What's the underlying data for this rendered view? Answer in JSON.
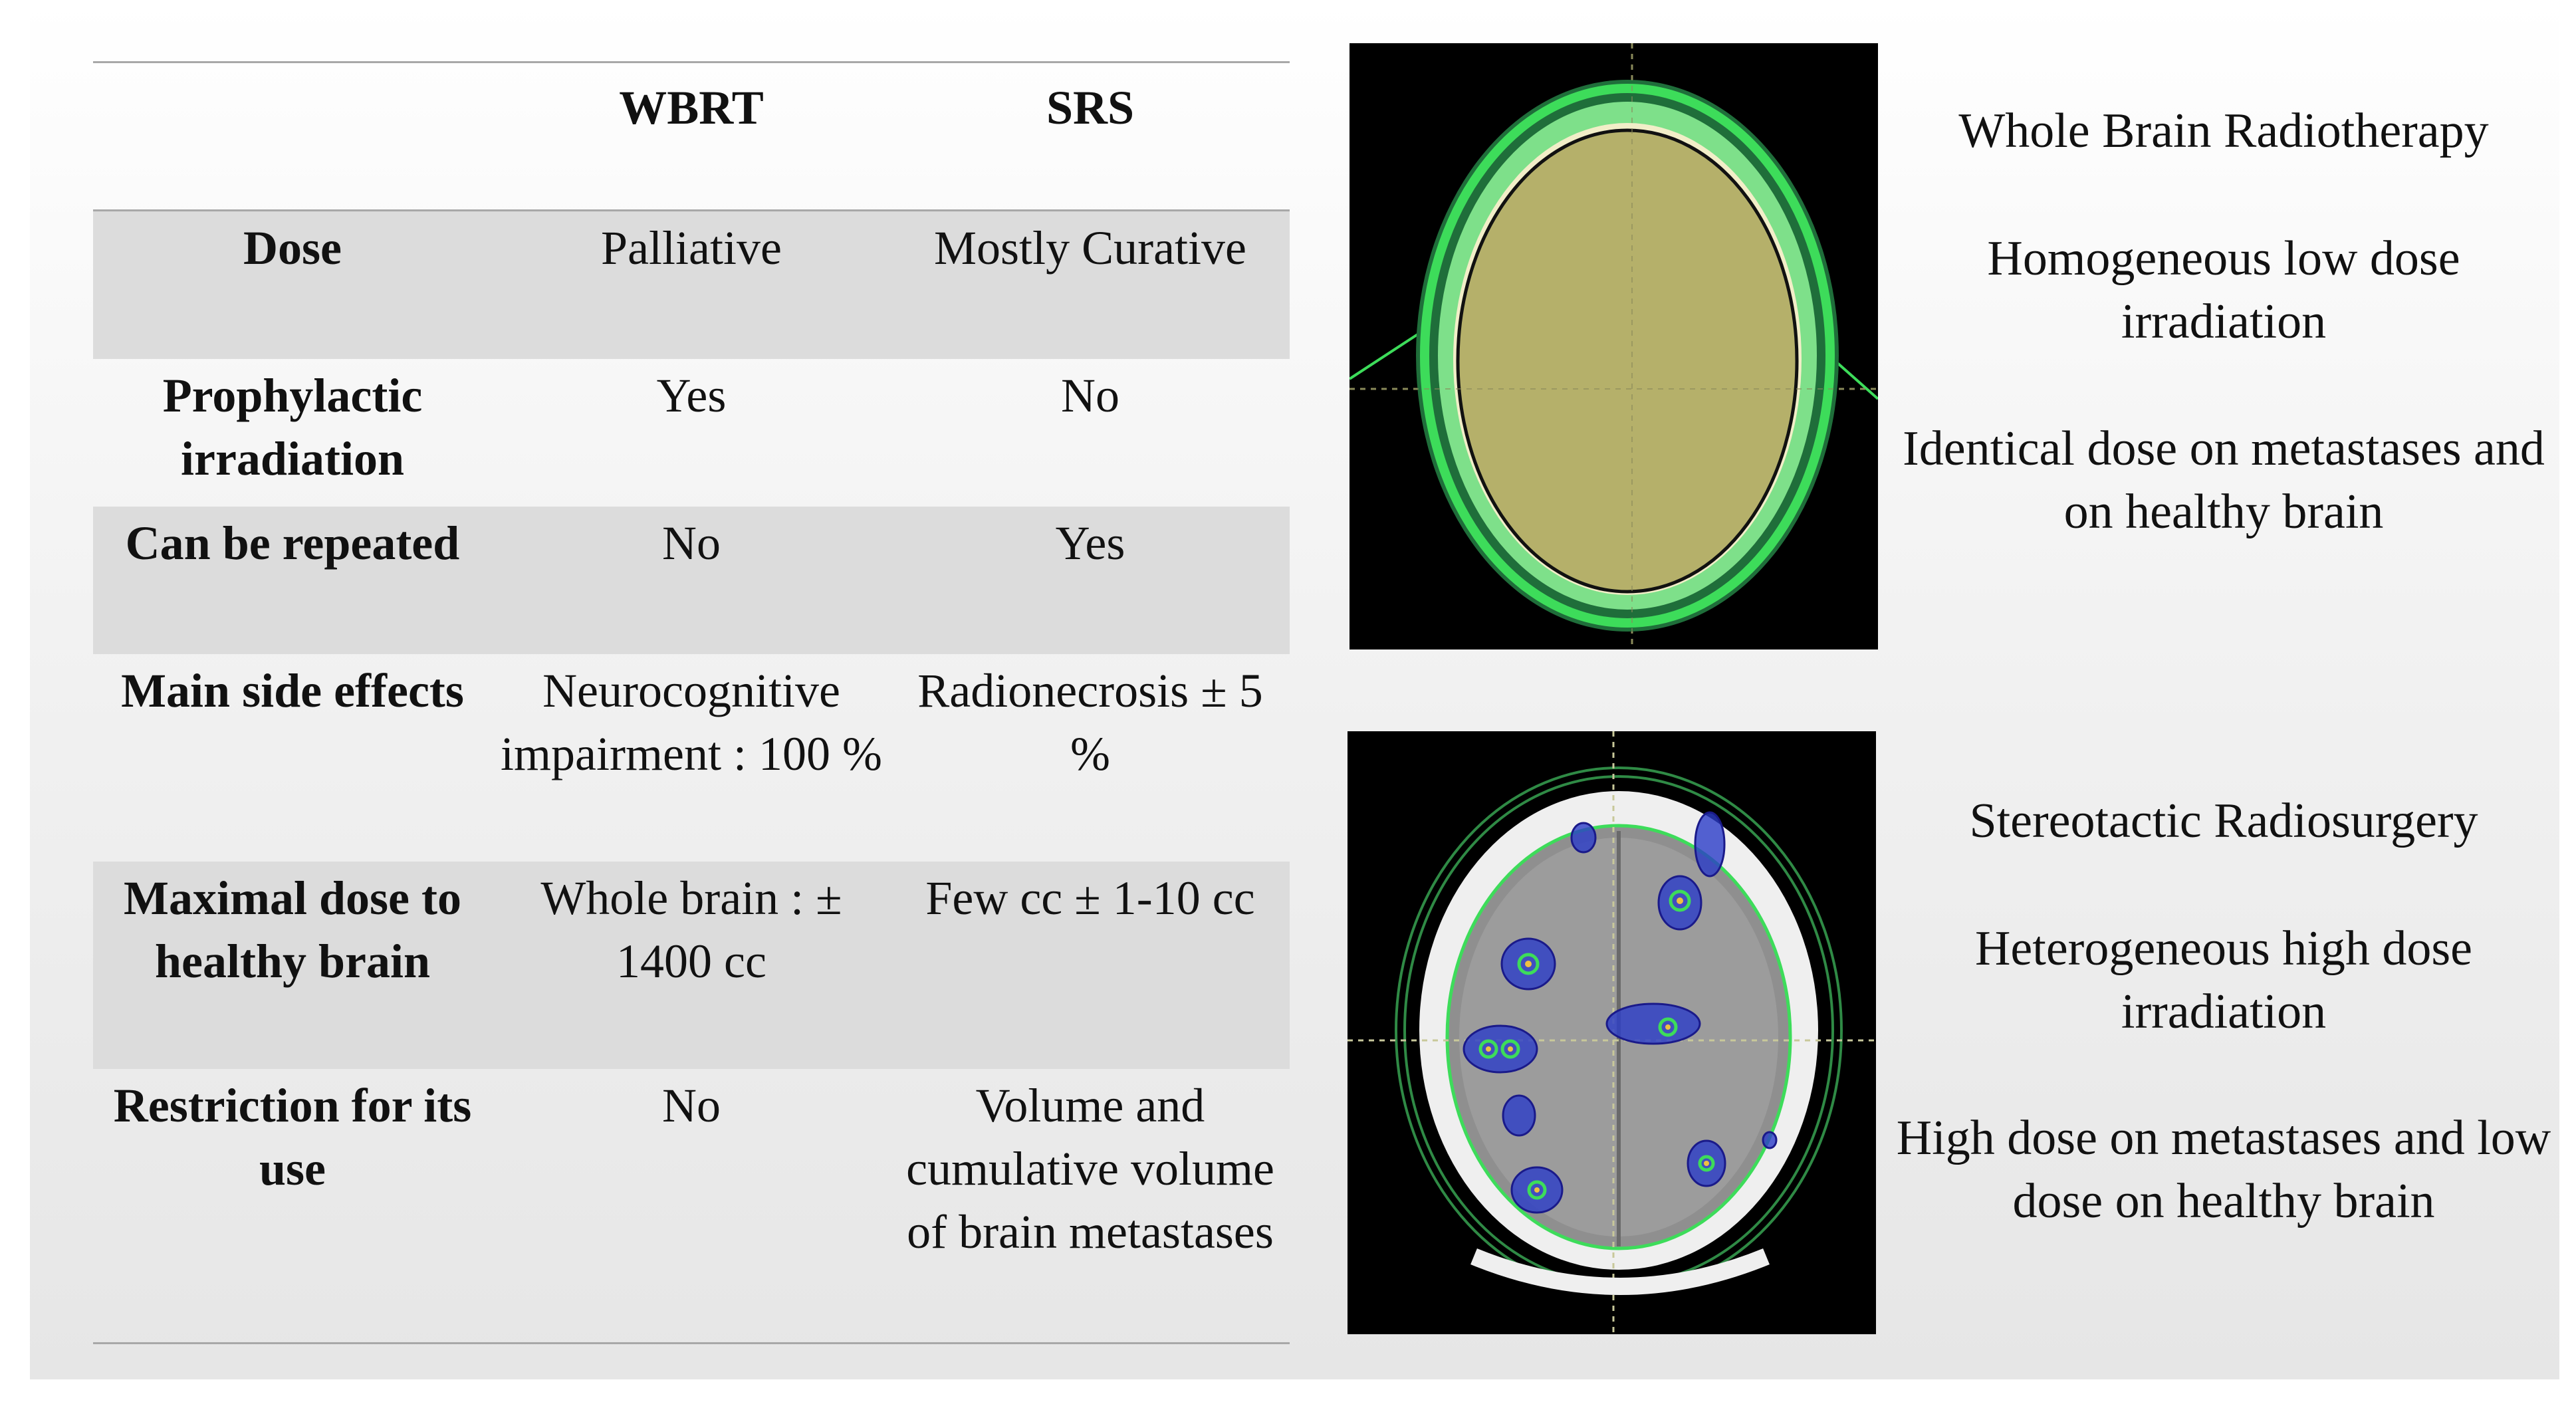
{
  "table": {
    "headers": [
      "",
      "WBRT",
      "SRS"
    ],
    "rows": [
      {
        "label": "Dose",
        "wbrt": "Palliative",
        "srs": "Mostly Curative"
      },
      {
        "label": "Prophylactic irradiation",
        "wbrt": "Yes",
        "srs": "No"
      },
      {
        "label": "Can be repeated",
        "wbrt": "No",
        "srs": "Yes"
      },
      {
        "label": "Main side effects",
        "wbrt": "Neurocognitive impairment : 100 %",
        "srs": "Radionecrosis ± 5 %"
      },
      {
        "label": "Maximal dose to healthy brain",
        "wbrt": "Whole brain : ± 1400 cc",
        "srs": "Few cc ± 1-10 cc"
      },
      {
        "label": "Restriction for its use",
        "wbrt": "No",
        "srs": "Volume and cumulative volume of brain metastases"
      }
    ]
  },
  "wbrt_panel": {
    "title": "Whole Brain Radiotherapy",
    "point1": "Homogeneous low dose irradiation",
    "point2": "Identical dose on metastases and on healthy brain"
  },
  "srs_panel": {
    "title": "Stereotactic Radiosurgery",
    "point1": "Heterogeneous high dose irradiation",
    "point2": "High dose on metastases and low dose on healthy brain"
  },
  "colors": {
    "wbrt_dose": "#b5b06a",
    "contour_green": "#3ddc5a",
    "metastasis_blue": "#2a3cc8",
    "header_line": "#a8a8a8",
    "row_shade": "#dcdcdc"
  }
}
